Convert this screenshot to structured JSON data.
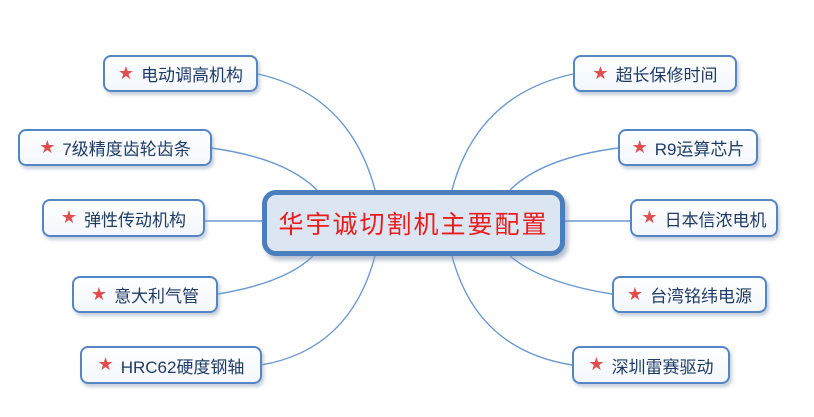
{
  "central": {
    "title": "华宇诚切割机主要配置"
  },
  "branches": {
    "left": [
      {
        "icon": "star-icon",
        "label": "电动调高机构"
      },
      {
        "icon": "star-icon",
        "label": "7级精度齿轮齿条"
      },
      {
        "icon": "star-icon",
        "label": "弹性传动机构"
      },
      {
        "icon": "star-icon",
        "label": "意大利气管"
      },
      {
        "icon": "star-icon",
        "label": "HRC62硬度钢轴"
      }
    ],
    "right": [
      {
        "icon": "star-icon",
        "label": "超长保修时间"
      },
      {
        "icon": "star-icon",
        "label": "R9运算芯片"
      },
      {
        "icon": "star-icon",
        "label": "日本信浓电机"
      },
      {
        "icon": "star-icon",
        "label": "台湾铭纬电源"
      },
      {
        "icon": "star-icon",
        "label": "深圳雷赛驱动"
      }
    ]
  },
  "icons": {
    "star": "★"
  },
  "colors": {
    "branch_border": "#5585c4",
    "central_border": "#4a7ebc",
    "central_fill": "#dce6f3",
    "connector_line": "#6b99d0",
    "star": "#e04f4f",
    "branch_text": "#1f3b66",
    "central_text": "#ea1c1c"
  }
}
